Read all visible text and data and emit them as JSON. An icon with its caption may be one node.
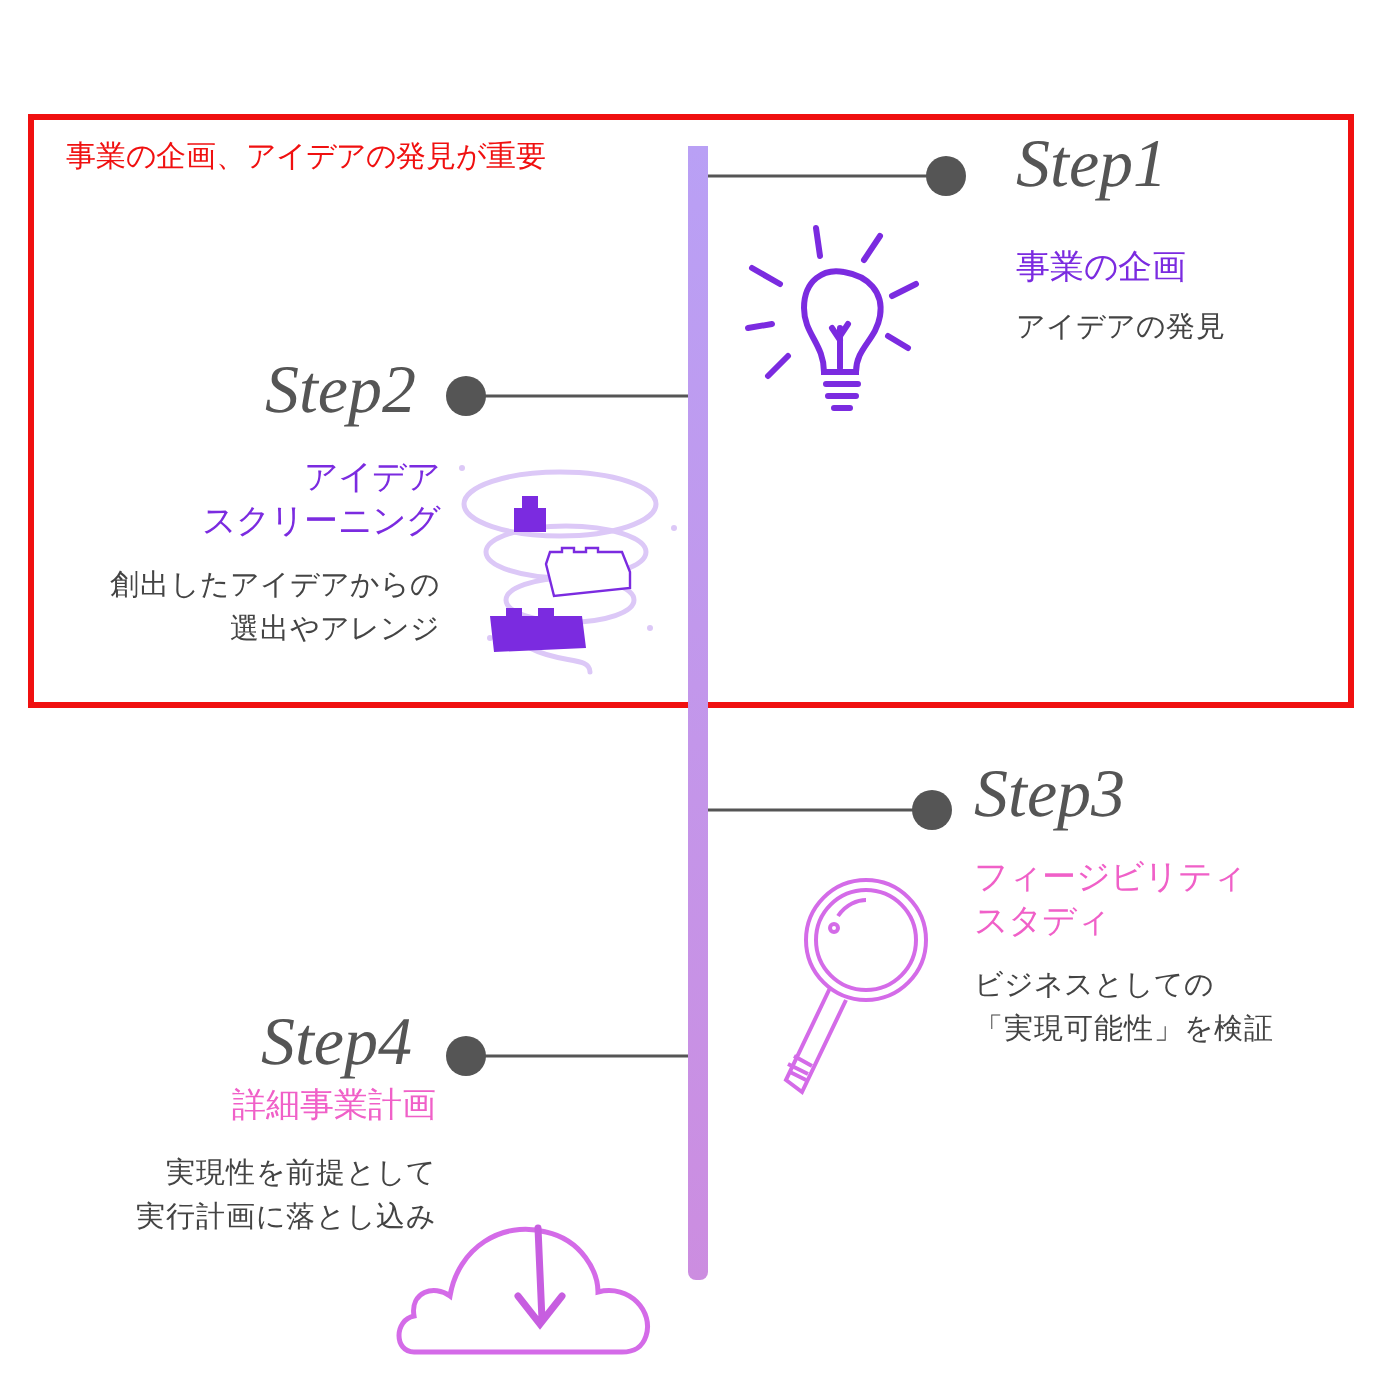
{
  "diagram": {
    "nodes": [
      {
        "text": [
          "事業の企画、アイデアの発見が重要"
        ]
      },
      {
        "text": [],
        "shape": "bar"
      },
      {
        "text": [
          "Step1",
          "事業の企画",
          "アイデアの発見"
        ],
        "in": 0
      },
      {
        "text": [
          "Step2",
          "アイデアスクリーニング",
          "創出したアイデアからの選出やアレンジ"
        ],
        "in": 0
      },
      {
        "text": [
          "Step3",
          "フィージビリティスタディ",
          "ビジネスとしての「実現可能性」を検証"
        ]
      },
      {
        "text": [
          "Step4",
          "詳細事業計画",
          "実現性を前提として実行計画に落とし込み"
        ]
      }
    ],
    "edges": [
      {
        "from": 1,
        "to": 2,
        "arrow": "other"
      },
      {
        "from": 1,
        "to": 3,
        "arrow": "other"
      },
      {
        "from": 1,
        "to": 4,
        "arrow": "other"
      },
      {
        "from": 1,
        "to": 5,
        "arrow": "other"
      }
    ]
  }
}
